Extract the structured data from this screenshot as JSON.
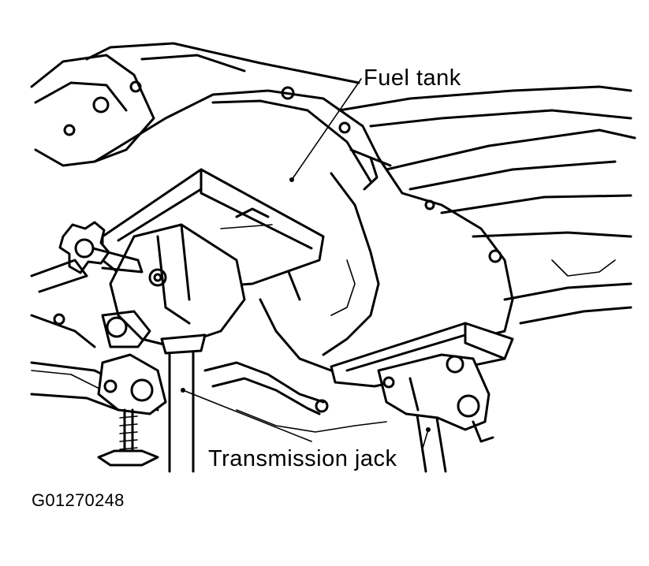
{
  "labels": {
    "fuel_tank": "Fuel tank",
    "transmission_jack": "Transmission jack",
    "figure_code": "G01270248"
  },
  "colors": {
    "ink": "#000000",
    "paper": "#ffffff"
  }
}
